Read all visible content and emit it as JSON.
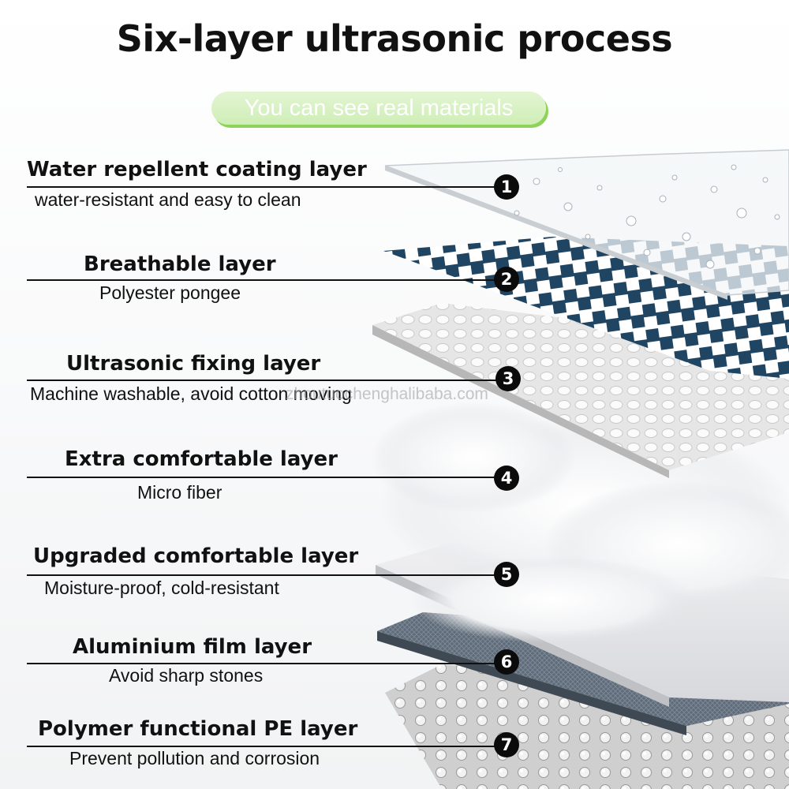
{
  "header": {
    "title": "Six-layer ultrasonic process",
    "subtitle": "You can see real materials"
  },
  "layers": [
    {
      "number": "1",
      "title": "Water repellent coating layer",
      "description": "water-resistant and easy to clean"
    },
    {
      "number": "2",
      "title": "Breathable layer",
      "description": "Polyester pongee"
    },
    {
      "number": "3",
      "title": "Ultrasonic fixing layer",
      "description": "Machine washable, avoid cotton moving"
    },
    {
      "number": "4",
      "title": "Extra comfortable layer",
      "description": "Micro fiber"
    },
    {
      "number": "5",
      "title": "Upgraded comfortable layer",
      "description": "Moisture-proof, cold-resistant"
    },
    {
      "number": "6",
      "title": "Aluminium film layer",
      "description": "Avoid sharp stones"
    },
    {
      "number": "7",
      "title": "Polymer functional PE layer",
      "description": "Prevent pollution and corrosion"
    }
  ],
  "watermark": "zhoutuochenghalibaba.com",
  "colors": {
    "accent_green": "#8fd25a",
    "pattern_navy": "#1f4563",
    "aluminium_grey": "#5f6b78",
    "badge_black": "#0b0b0b"
  }
}
